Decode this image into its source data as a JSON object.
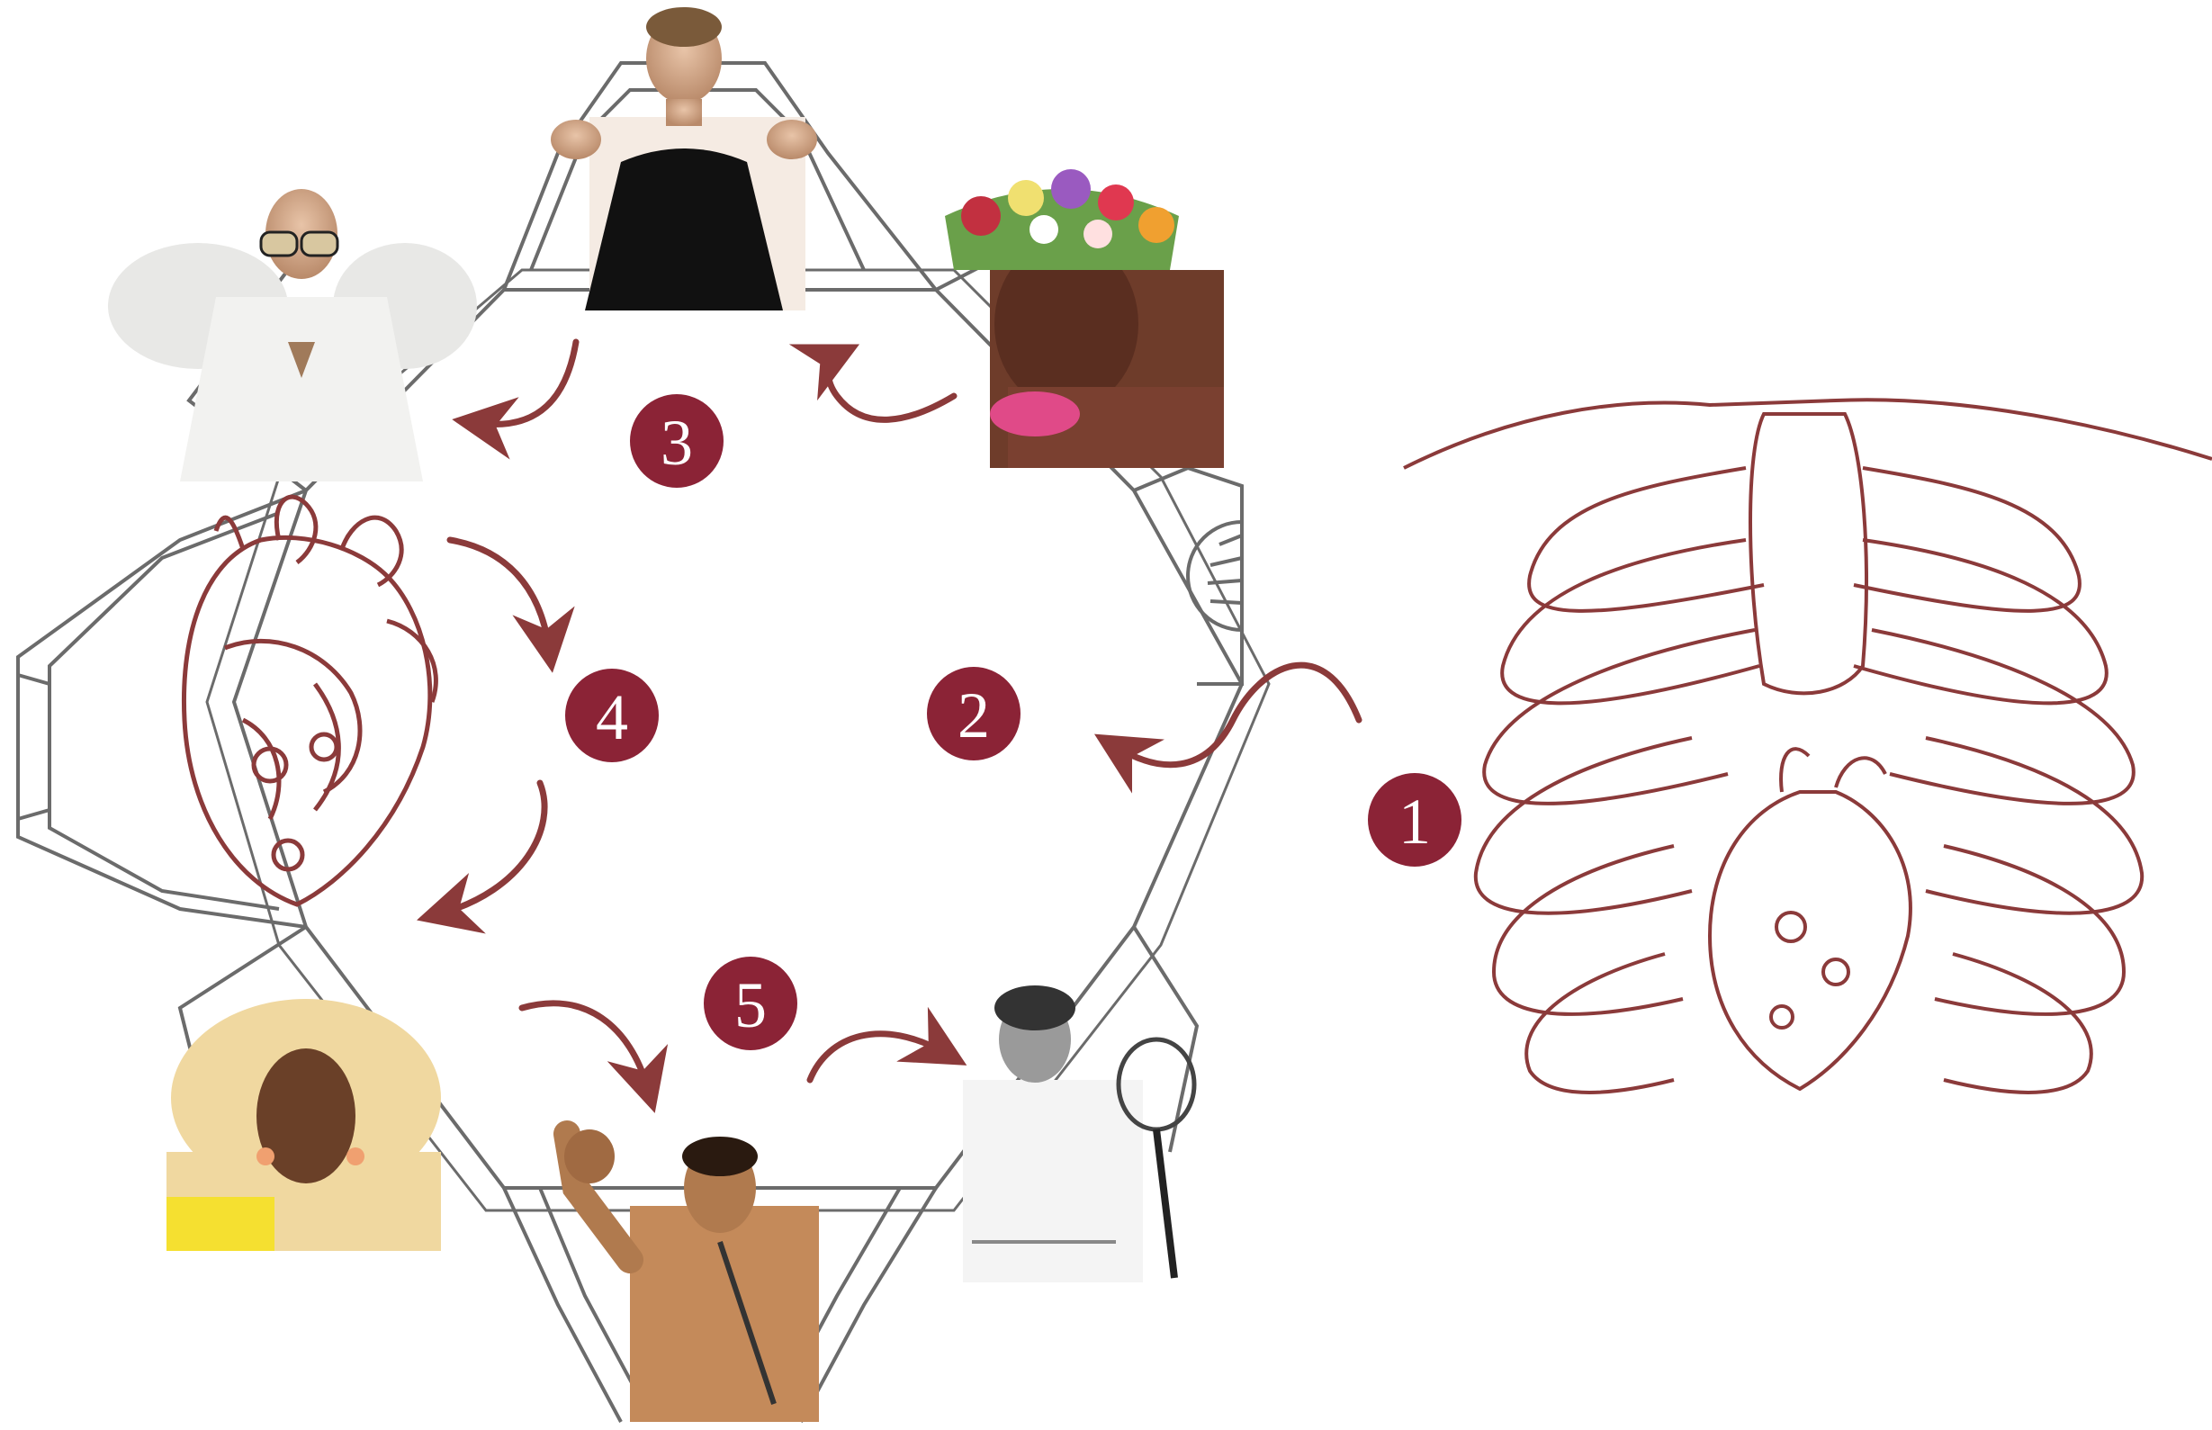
{
  "colors": {
    "accent": "#8b2336",
    "outline": "#6b6b6b",
    "sketch": "#8b3a3a",
    "background": "#ffffff"
  },
  "steps": [
    {
      "label": "1"
    },
    {
      "label": "2"
    },
    {
      "label": "3"
    },
    {
      "label": "4"
    },
    {
      "label": "5"
    }
  ],
  "portraits": [
    {
      "icon": "portrait-top-center-black-dress"
    },
    {
      "icon": "portrait-flower-crown"
    },
    {
      "icon": "portrait-white-feathered-suit-glasses"
    },
    {
      "icon": "portrait-blonde-big-hair"
    },
    {
      "icon": "portrait-raised-fist-microphone"
    },
    {
      "icon": "portrait-tennis-racket"
    }
  ],
  "illustrations": [
    {
      "icon": "anatomical-heart-icon"
    },
    {
      "icon": "ribcage-with-heart-icon"
    }
  ]
}
